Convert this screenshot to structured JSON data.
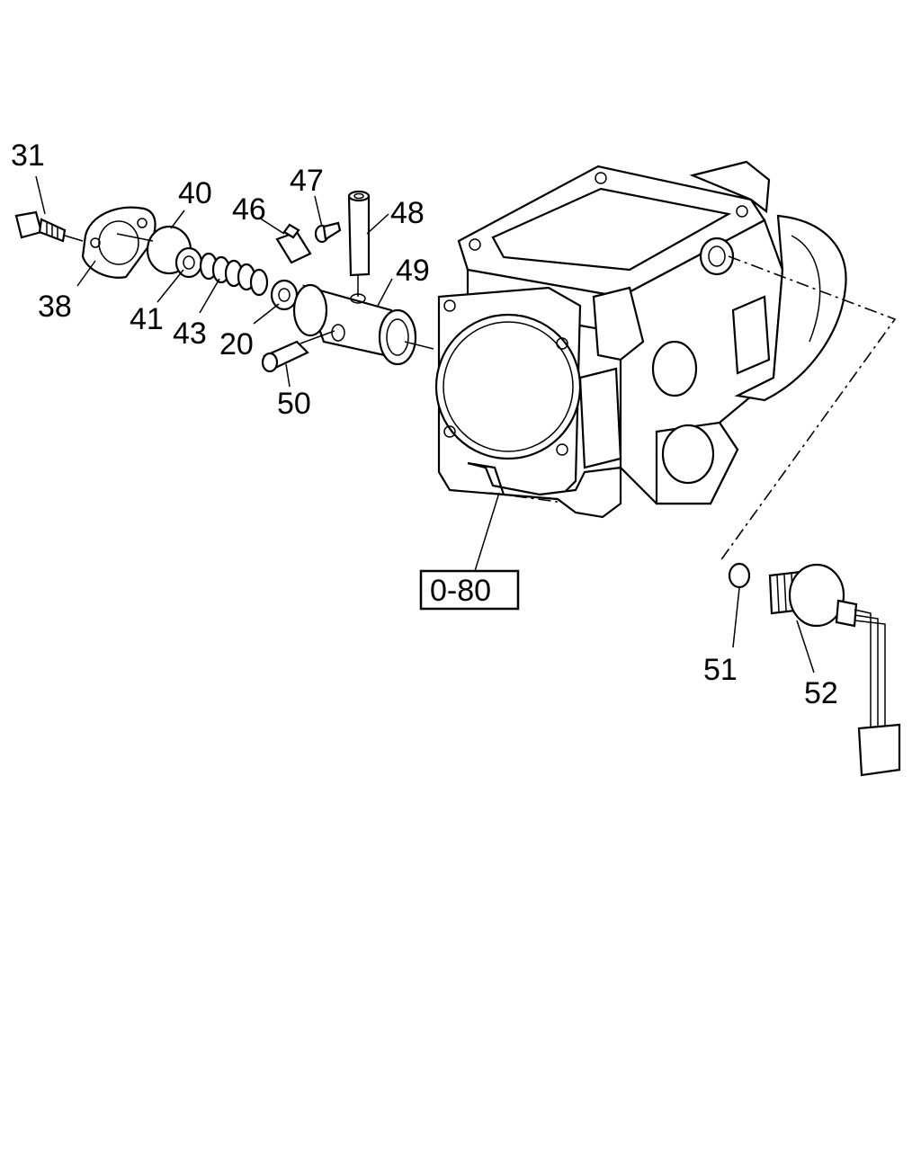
{
  "callouts": [
    {
      "id": "31",
      "text": "31"
    },
    {
      "id": "38",
      "text": "38"
    },
    {
      "id": "40",
      "text": "40"
    },
    {
      "id": "41",
      "text": "41"
    },
    {
      "id": "43",
      "text": "43"
    },
    {
      "id": "20",
      "text": "20"
    },
    {
      "id": "46",
      "text": "46"
    },
    {
      "id": "47",
      "text": "47"
    },
    {
      "id": "48",
      "text": "48"
    },
    {
      "id": "49",
      "text": "49"
    },
    {
      "id": "50",
      "text": "50"
    },
    {
      "id": "51",
      "text": "51"
    },
    {
      "id": "52",
      "text": "52"
    }
  ],
  "reference_box": {
    "text": "0-80"
  }
}
